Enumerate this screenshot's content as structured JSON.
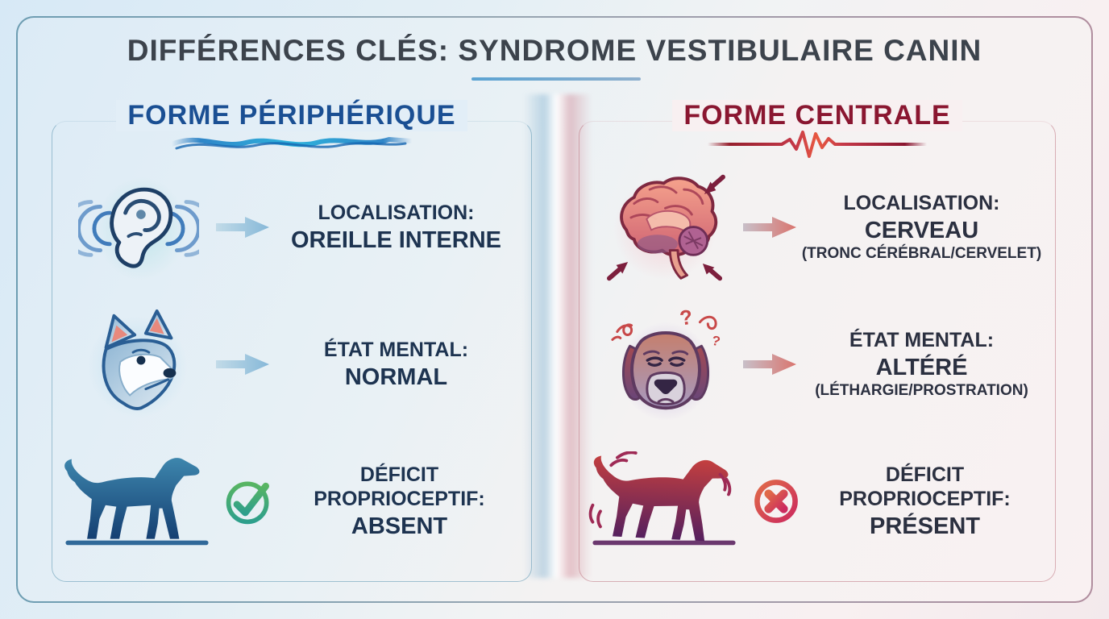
{
  "title": "DIFFÉRENCES CLÉS: SYNDROME VESTIBULAIRE CANIN",
  "decor": {
    "question_mark": "?"
  },
  "columns": {
    "left": {
      "heading": "FORME PÉRIPHÉRIQUE",
      "underline_style": "wave",
      "rows": [
        {
          "icon": "ear-sound-waves",
          "label": "LOCALISATION:",
          "value": "OREILLE INTERNE",
          "note": ""
        },
        {
          "icon": "husky-head",
          "label": "ÉTAT MENTAL:",
          "value": "NORMAL",
          "note": ""
        },
        {
          "icon": "standing-dog",
          "marker": "check",
          "label": "DÉFICIT PROPRIOCEPTIF:",
          "value": "ABSENT",
          "note": ""
        }
      ]
    },
    "right": {
      "heading": "FORME CENTRALE",
      "underline_style": "ecg",
      "rows": [
        {
          "icon": "brain",
          "label": "LOCALISATION:",
          "value": "CERVEAU",
          "note": "(TRONC CÉRÉBRAL/CERVELET)"
        },
        {
          "icon": "confused-dog-head",
          "label": "ÉTAT MENTAL:",
          "value": "ALTÉRÉ",
          "note": "(LÉTHARGIE/PROSTRATION)"
        },
        {
          "icon": "wobbly-dog",
          "marker": "cross",
          "label": "DÉFICIT PROPRIOCEPTIF:",
          "value": "PRÉSENT",
          "note": ""
        }
      ]
    }
  },
  "colors": {
    "title_text": "#3c434c",
    "left_accent": "#1a4f93",
    "right_accent": "#8a1630",
    "left_text": "#1d3350",
    "right_text": "#2b3040",
    "check_green": "#3aa878",
    "cross_red": "#cc2a5e",
    "bg_left": "#dcebf6",
    "bg_right": "#f9f1f2"
  }
}
